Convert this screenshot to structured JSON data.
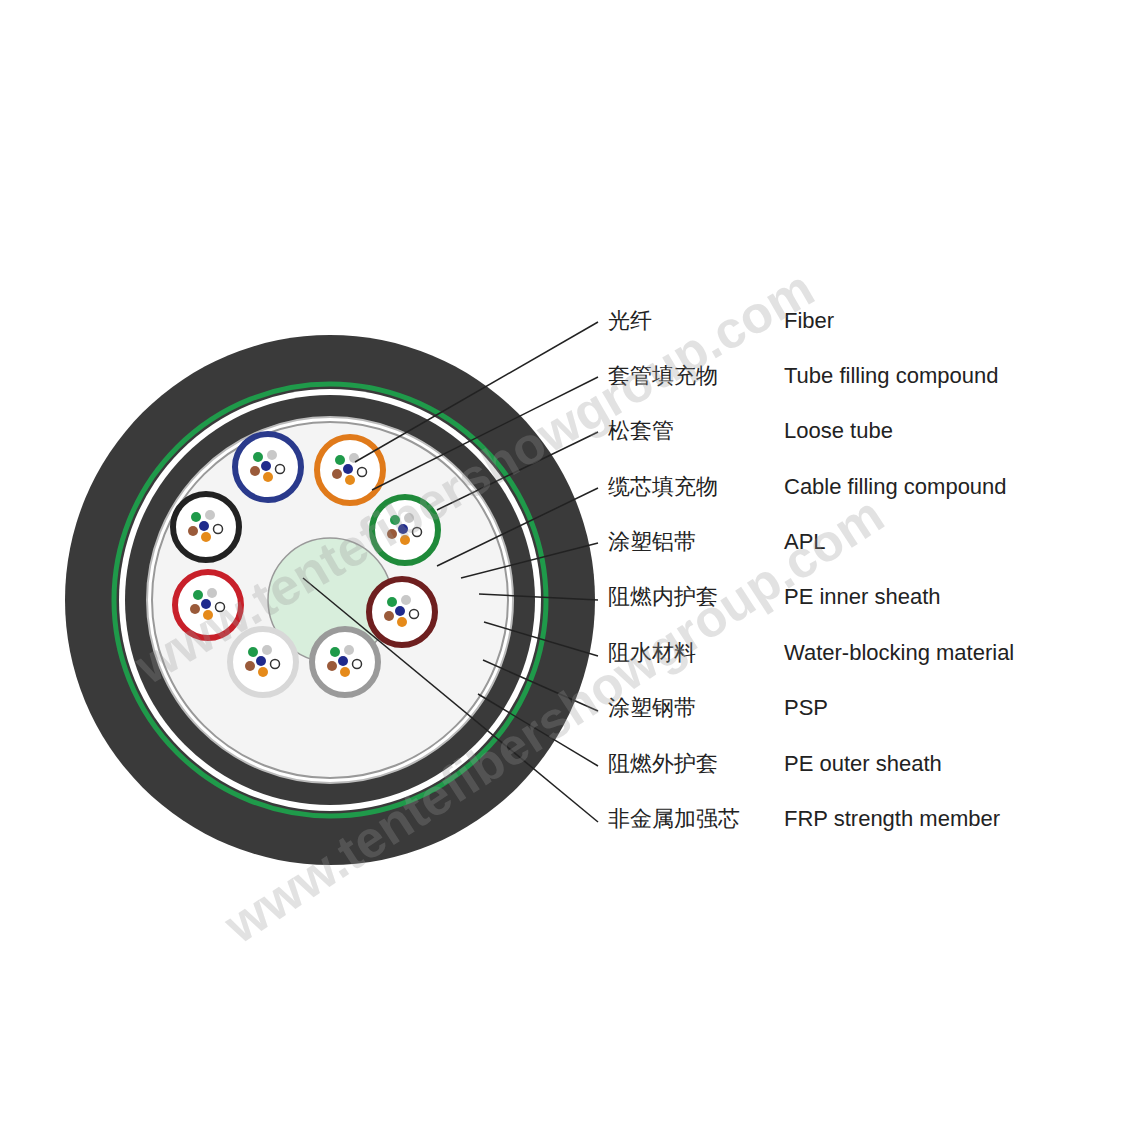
{
  "diagram": {
    "labels": [
      "光纤",
      "Fiber",
      "套管填充物",
      "Tube filling compound",
      "松套管",
      "Loose tube",
      "缆芯填充物",
      "Cable filling compound",
      "涂塑铝带",
      "APL",
      "阻燃内护套",
      "PE inner sheath",
      "阻水材料",
      "Water-blocking material",
      "涂塑钢带",
      "PSP",
      "阻燃外护套",
      "PE outer sheath",
      "非金属加强芯",
      "FRP strength member",
      "www.tentefibershowgroup.com",
      "www.tentefibershowgroup.com"
    ]
  }
}
